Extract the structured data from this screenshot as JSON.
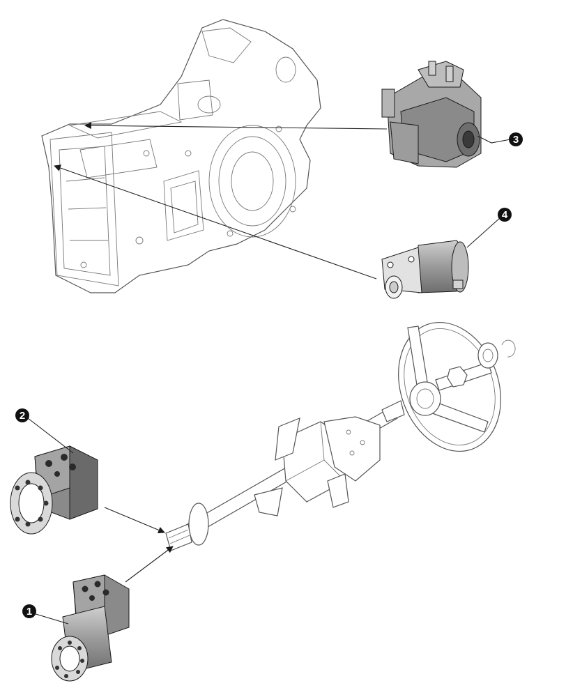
{
  "callouts": [
    {
      "id": "callout-1",
      "label": "1"
    },
    {
      "id": "callout-2",
      "label": "2"
    },
    {
      "id": "callout-3",
      "label": "3"
    },
    {
      "id": "callout-4",
      "label": "4"
    }
  ],
  "colors": {
    "line_art": "#555555",
    "callout_fill": "#111111",
    "callout_text": "#ffffff",
    "part_shading_dark": "#8c8c8c",
    "part_shading_light": "#d4d4d4"
  }
}
